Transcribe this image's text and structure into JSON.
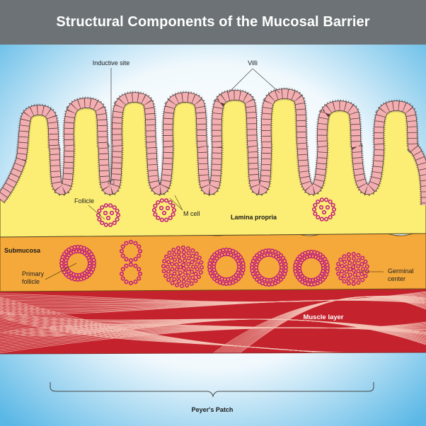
{
  "title": "Structural Components of the Mucosal Barrier",
  "labels": {
    "inductive_site": "Inductive site",
    "villi": "Villi",
    "follicle": "Follicle",
    "m_cell": "M cell",
    "lamina_propria": "Lamina propria",
    "submucosa": "Submucosa",
    "primary_follicle_line1": "Primary",
    "primary_follicle_line2": "follicle",
    "germinal_center_line1": "Germinal",
    "germinal_center_line2": "center",
    "muscle_layer": "Muscle layer",
    "peyers_patch": "Peyer's Patch"
  },
  "colors": {
    "title_bar": "#6c7275",
    "background_edge": "#6ec3ea",
    "background_center": "#ffffff",
    "lamina_propria": "#fcee74",
    "epithelium": "#f2aeb0",
    "submucosa": "#f5a93a",
    "muscle": "#c4232d",
    "muscle_fiber": "#f5c4b8",
    "lymphocyte": "#c2227e"
  },
  "structure": {
    "villi_count": 8,
    "lamina_propria_follicles": 3,
    "submucosa_follicles": 8
  }
}
